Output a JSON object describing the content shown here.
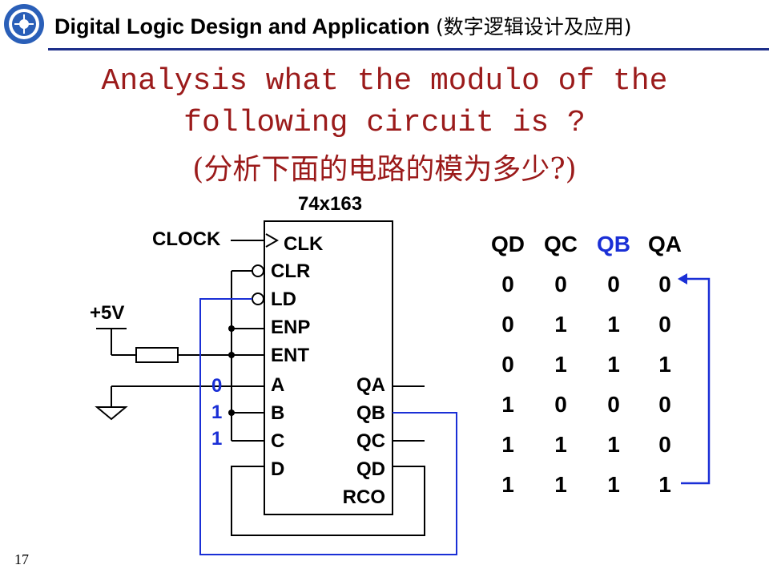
{
  "header": {
    "title_en": "Digital Logic Design and Application",
    "title_cn": "(数字逻辑设计及应用)"
  },
  "question": {
    "line1": "Analysis what the modulo of the",
    "line2": "following circuit is ?",
    "line3": "(分析下面的电路的模为多少?)"
  },
  "circuit": {
    "chip_name": "74x163",
    "clock_label": "CLOCK",
    "vcc_label": "+5V",
    "left_pins": [
      "CLK",
      "CLR",
      "LD",
      "ENP",
      "ENT",
      "A",
      "B",
      "C",
      "D"
    ],
    "right_pins": [
      "QA",
      "QB",
      "QC",
      "QD",
      "RCO"
    ],
    "load_values": [
      "0",
      "1",
      "1"
    ]
  },
  "state_table": {
    "headers": [
      "QD",
      "QC",
      "QB",
      "QA"
    ],
    "highlight_header": "QB",
    "rows": [
      [
        "0",
        "0",
        "0",
        "0"
      ],
      [
        "0",
        "1",
        "1",
        "0"
      ],
      [
        "0",
        "1",
        "1",
        "1"
      ],
      [
        "1",
        "0",
        "0",
        "0"
      ],
      [
        "1",
        "1",
        "1",
        "0"
      ],
      [
        "1",
        "1",
        "1",
        "1"
      ]
    ]
  },
  "colors": {
    "question_text": "#9b1b1b",
    "header_rule": "#1d2f8a",
    "feedback_wire": "#1a2fd6"
  },
  "page_number": "17"
}
